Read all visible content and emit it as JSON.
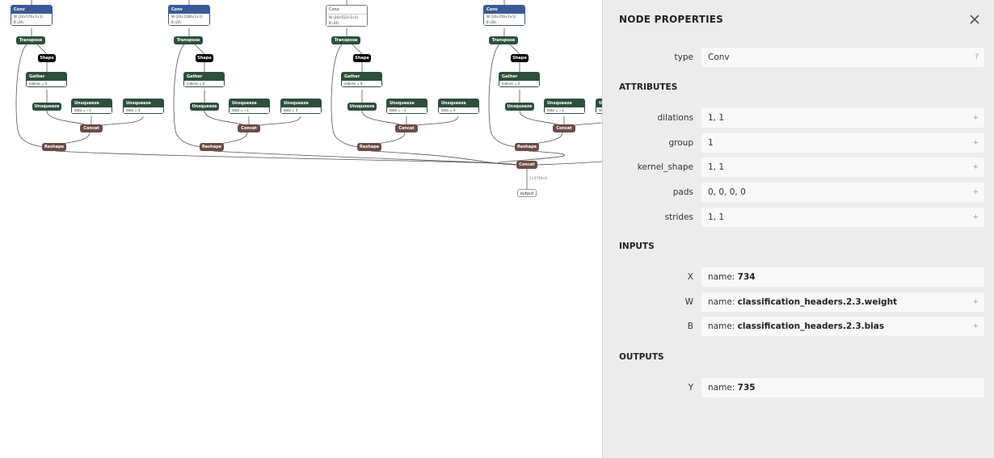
{
  "graph": {
    "columns": [
      {
        "conv_title": "Conv",
        "conv_w": "W ⟨24×576×1×1⟩",
        "conv_b": "B ⟨24⟩",
        "plain": false
      },
      {
        "conv_title": "Conv",
        "conv_w": "W ⟨24×1280×1×1⟩",
        "conv_b": "B ⟨24⟩",
        "plain": false
      },
      {
        "conv_title": "Conv",
        "conv_w": "W ⟨24×512×1×1⟩",
        "conv_b": "B ⟨24⟩",
        "plain": true
      },
      {
        "conv_title": "Conv",
        "conv_w": "W ⟨24×256×1×1⟩",
        "conv_b": "B ⟨24⟩",
        "plain": false
      }
    ],
    "labels": {
      "transpose": "Transpose",
      "shape": "Shape",
      "gather": "Gather",
      "gather_attr": "indices = 0",
      "unsqueeze": "Unsqueeze",
      "unsqueeze_attr_a": "data = −1",
      "unsqueeze_attr_b": "data = 4",
      "concat": "Concat",
      "reshape": "Reshape",
      "final_concat": "Concat",
      "output_edge": "1×3756×4",
      "output": "output"
    }
  },
  "panel": {
    "title": "NODE PROPERTIES",
    "close_icon": "close-icon",
    "type_label": "type",
    "type_value": "Conv",
    "type_help": "?",
    "attributes_title": "ATTRIBUTES",
    "attributes": [
      {
        "label": "dilations",
        "value": "1, 1"
      },
      {
        "label": "group",
        "value": "1"
      },
      {
        "label": "kernel_shape",
        "value": "1, 1"
      },
      {
        "label": "pads",
        "value": "0, 0, 0, 0"
      },
      {
        "label": "strides",
        "value": "1, 1"
      }
    ],
    "inputs_title": "INPUTS",
    "inputs": [
      {
        "label": "X",
        "prefix": "name: ",
        "value": "734",
        "expandable": false
      },
      {
        "label": "W",
        "prefix": "name: ",
        "value": "classification_headers.2.3.weight",
        "expandable": true
      },
      {
        "label": "B",
        "prefix": "name: ",
        "value": "classification_headers.2.3.bias",
        "expandable": true
      }
    ],
    "outputs_title": "OUTPUTS",
    "outputs": [
      {
        "label": "Y",
        "prefix": "name: ",
        "value": "735",
        "expandable": false
      }
    ],
    "expand_glyph": "+"
  }
}
